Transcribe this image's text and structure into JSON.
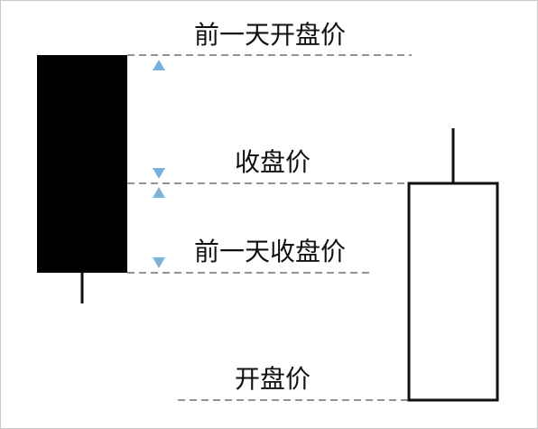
{
  "labels": {
    "prev_open": "前一天开盘价",
    "close": "收盘价",
    "prev_close": "前一天收盘价",
    "open": "开盘价"
  },
  "colors": {
    "bearish_body": "#000000",
    "bullish_body": "#ffffff",
    "outline": "#111111",
    "dashed_line": "#555555",
    "arrow": "#7fb2d9",
    "text": "#111111"
  }
}
